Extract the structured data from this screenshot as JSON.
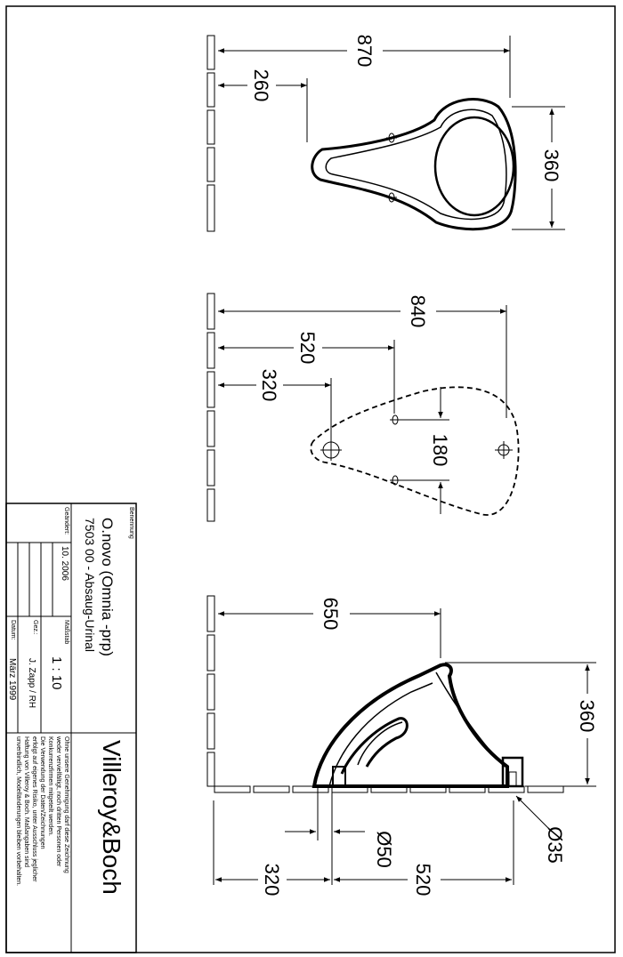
{
  "view_top": {
    "dim_width": "870",
    "dim_offset": "260",
    "dim_depth": "360"
  },
  "view_back": {
    "dim_width": "840",
    "dim_mid": "520",
    "dim_near": "320",
    "dim_spacing": "180"
  },
  "view_side": {
    "dim_width": "650",
    "dim_height": "360",
    "dim_outlet": "Ø35",
    "dim_drain": "Ø50",
    "dim_base_left": "320",
    "dim_base_right": "520"
  },
  "title_block": {
    "label_benennung": "Benennung",
    "product_name": "O.novo (Omnia -prp)",
    "product_number": "7503 00 - Absaug-Urinal",
    "label_geaendert": "Geändert:",
    "geaendert_value": "10. 2006",
    "label_massstab": "Maßstab",
    "scale": "1 : 10",
    "label_gez": "Gez.:",
    "gez_value": "J. Zapp / RH",
    "label_datum": "Datum:",
    "datum_value": "März 1999",
    "brand": "Villeroy&Boch",
    "disclaimer_lines": [
      "Ohne unsere Genehmigung darf diese Zeichnung",
      "weder vervielfältigt, noch dritten Personen oder",
      "Konkurrenzfirmen mitgeteilt werden.",
      "Die Verwendung der Daten/Zeichnungen",
      "erfolgt auf eigenes Risiko, unter Ausschluss jeglicher",
      "Haftung von Villeroy & Boch. Maßangaben sind",
      "unverbindlich, Modelländerungen bleiben vorbehalten."
    ]
  }
}
